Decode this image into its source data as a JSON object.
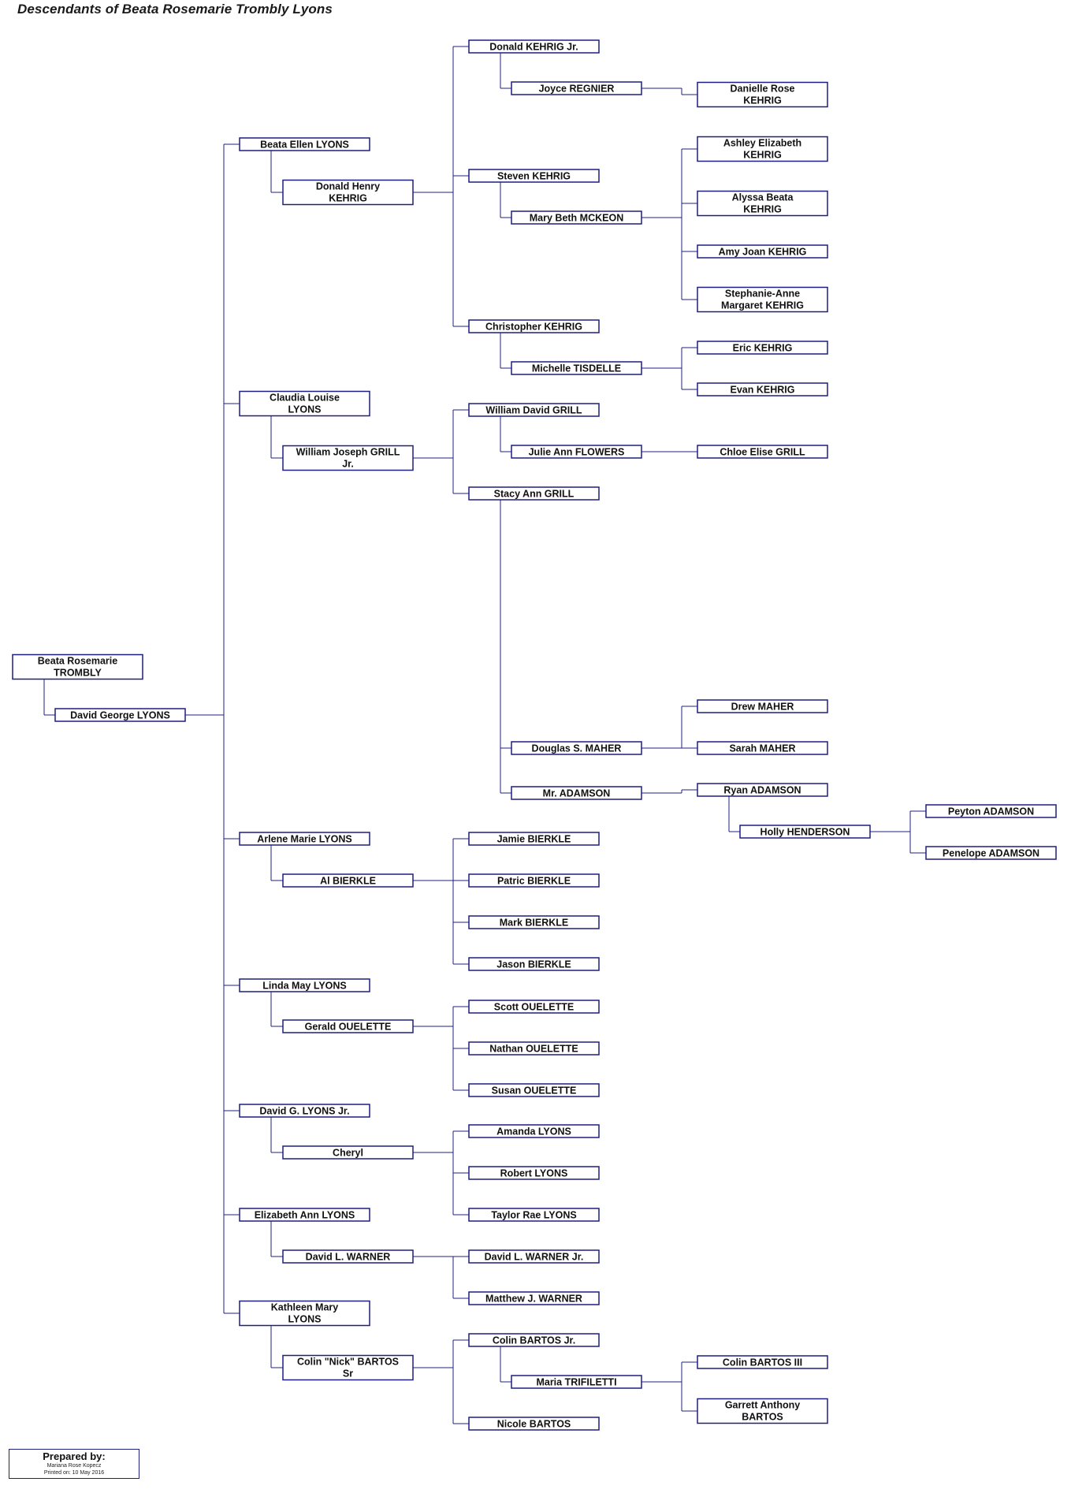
{
  "title": "Descendants of Beata Rosemarie Trombly Lyons",
  "colors": {
    "box_border": "#1f1f80",
    "line": "#1f1f80",
    "text": "#111111"
  },
  "people": [
    {
      "id": "beata_rosemarie",
      "lines": [
        "Beata Rosemarie",
        "TROMBLY"
      ],
      "gen": 0,
      "row": 0
    },
    {
      "id": "david_george",
      "lines": [
        "David George LYONS"
      ],
      "gen": 0,
      "row": 1,
      "spouse_of": "beata_rosemarie"
    },
    {
      "id": "beata_ellen",
      "lines": [
        "Beata Ellen LYONS"
      ],
      "gen": 1,
      "row": 0,
      "parent": "beata_rosemarie"
    },
    {
      "id": "donald_henry",
      "lines": [
        "Donald Henry",
        "KEHRIG"
      ],
      "gen": 1,
      "row": 1,
      "spouse_of": "beata_ellen"
    },
    {
      "id": "claudia",
      "lines": [
        "Claudia Louise",
        "LYONS"
      ],
      "gen": 1,
      "row": 0,
      "parent": "beata_rosemarie"
    },
    {
      "id": "william_grill",
      "lines": [
        "William Joseph GRILL",
        "Jr."
      ],
      "gen": 1,
      "row": 1,
      "spouse_of": "claudia"
    },
    {
      "id": "arlene",
      "lines": [
        "Arlene Marie LYONS"
      ],
      "gen": 1,
      "row": 0,
      "parent": "beata_rosemarie"
    },
    {
      "id": "al",
      "lines": [
        "Al BIERKLE"
      ],
      "gen": 1,
      "row": 1,
      "spouse_of": "arlene"
    },
    {
      "id": "linda",
      "lines": [
        "Linda May LYONS"
      ],
      "gen": 1,
      "row": 0,
      "parent": "beata_rosemarie"
    },
    {
      "id": "gerald",
      "lines": [
        "Gerald OUELETTE"
      ],
      "gen": 1,
      "row": 1,
      "spouse_of": "linda"
    },
    {
      "id": "david_jr",
      "lines": [
        "David G. LYONS Jr."
      ],
      "gen": 1,
      "row": 0,
      "parent": "beata_rosemarie"
    },
    {
      "id": "cheryl",
      "lines": [
        "Cheryl"
      ],
      "gen": 1,
      "row": 1,
      "spouse_of": "david_jr"
    },
    {
      "id": "elizabeth",
      "lines": [
        "Elizabeth Ann LYONS"
      ],
      "gen": 1,
      "row": 0,
      "parent": "beata_rosemarie"
    },
    {
      "id": "david_warner",
      "lines": [
        "David L. WARNER"
      ],
      "gen": 1,
      "row": 1,
      "spouse_of": "elizabeth"
    },
    {
      "id": "kathleen",
      "lines": [
        "Kathleen Mary",
        "LYONS"
      ],
      "gen": 1,
      "row": 0,
      "parent": "beata_rosemarie"
    },
    {
      "id": "colin_nick",
      "lines": [
        "Colin \"Nick\" BARTOS",
        "Sr"
      ],
      "gen": 1,
      "row": 1,
      "spouse_of": "kathleen"
    },
    {
      "id": "donald_jr",
      "lines": [
        "Donald KEHRIG Jr."
      ],
      "gen": 2,
      "row": 0,
      "parent": "donald_henry"
    },
    {
      "id": "joyce",
      "lines": [
        "Joyce REGNIER"
      ],
      "gen": 2,
      "row": 1,
      "spouse_of": "donald_jr"
    },
    {
      "id": "steven",
      "lines": [
        "Steven KEHRIG"
      ],
      "gen": 2,
      "row": 0,
      "parent": "donald_henry"
    },
    {
      "id": "mary_beth",
      "lines": [
        "Mary Beth MCKEON"
      ],
      "gen": 2,
      "row": 1,
      "spouse_of": "steven"
    },
    {
      "id": "christopher",
      "lines": [
        "Christopher KEHRIG"
      ],
      "gen": 2,
      "row": 0,
      "parent": "donald_henry"
    },
    {
      "id": "michelle",
      "lines": [
        "Michelle TISDELLE"
      ],
      "gen": 2,
      "row": 1,
      "spouse_of": "christopher"
    },
    {
      "id": "william_david",
      "lines": [
        "William David GRILL"
      ],
      "gen": 2,
      "row": 0,
      "parent": "william_grill"
    },
    {
      "id": "julie",
      "lines": [
        "Julie Ann FLOWERS"
      ],
      "gen": 2,
      "row": 1,
      "spouse_of": "william_david"
    },
    {
      "id": "stacy",
      "lines": [
        "Stacy Ann GRILL"
      ],
      "gen": 2,
      "row": 0,
      "parent": "william_grill"
    },
    {
      "id": "douglas",
      "lines": [
        "Douglas S. MAHER"
      ],
      "gen": 2,
      "row": 1,
      "spouse_of": "stacy"
    },
    {
      "id": "mr_adamson",
      "lines": [
        "Mr. ADAMSON"
      ],
      "gen": 2,
      "row": 1,
      "spouse_of": "stacy"
    },
    {
      "id": "jamie",
      "lines": [
        "Jamie BIERKLE"
      ],
      "gen": 2,
      "row": 0,
      "parent": "al"
    },
    {
      "id": "patric",
      "lines": [
        "Patric BIERKLE"
      ],
      "gen": 2,
      "row": 0,
      "parent": "al"
    },
    {
      "id": "mark",
      "lines": [
        "Mark BIERKLE"
      ],
      "gen": 2,
      "row": 0,
      "parent": "al"
    },
    {
      "id": "jason",
      "lines": [
        "Jason BIERKLE"
      ],
      "gen": 2,
      "row": 0,
      "parent": "al"
    },
    {
      "id": "scott",
      "lines": [
        "Scott OUELETTE"
      ],
      "gen": 2,
      "row": 0,
      "parent": "gerald"
    },
    {
      "id": "nathan",
      "lines": [
        "Nathan OUELETTE"
      ],
      "gen": 2,
      "row": 0,
      "parent": "gerald"
    },
    {
      "id": "susan",
      "lines": [
        "Susan OUELETTE"
      ],
      "gen": 2,
      "row": 0,
      "parent": "gerald"
    },
    {
      "id": "amanda",
      "lines": [
        "Amanda LYONS"
      ],
      "gen": 2,
      "row": 0,
      "parent": "cheryl"
    },
    {
      "id": "robert",
      "lines": [
        "Robert LYONS"
      ],
      "gen": 2,
      "row": 0,
      "parent": "cheryl"
    },
    {
      "id": "taylor",
      "lines": [
        "Taylor Rae LYONS"
      ],
      "gen": 2,
      "row": 0,
      "parent": "cheryl"
    },
    {
      "id": "david_warner_jr",
      "lines": [
        "David L. WARNER Jr."
      ],
      "gen": 2,
      "row": 0,
      "parent": "david_warner"
    },
    {
      "id": "matthew",
      "lines": [
        "Matthew J. WARNER"
      ],
      "gen": 2,
      "row": 0,
      "parent": "david_warner"
    },
    {
      "id": "colin_jr",
      "lines": [
        "Colin BARTOS Jr."
      ],
      "gen": 2,
      "row": 0,
      "parent": "colin_nick"
    },
    {
      "id": "maria",
      "lines": [
        "Maria TRIFILETTI"
      ],
      "gen": 2,
      "row": 1,
      "spouse_of": "colin_jr"
    },
    {
      "id": "nicole",
      "lines": [
        "Nicole BARTOS"
      ],
      "gen": 2,
      "row": 0,
      "parent": "colin_nick"
    },
    {
      "id": "danielle",
      "lines": [
        "Danielle Rose",
        "KEHRIG"
      ],
      "gen": 3,
      "row": 0,
      "parent": "joyce"
    },
    {
      "id": "ashley",
      "lines": [
        "Ashley Elizabeth",
        "KEHRIG"
      ],
      "gen": 3,
      "row": 0,
      "parent": "mary_beth"
    },
    {
      "id": "alyssa",
      "lines": [
        "Alyssa Beata",
        "KEHRIG"
      ],
      "gen": 3,
      "row": 0,
      "parent": "mary_beth"
    },
    {
      "id": "amy",
      "lines": [
        "Amy Joan KEHRIG"
      ],
      "gen": 3,
      "row": 0,
      "parent": "mary_beth"
    },
    {
      "id": "stephanie",
      "lines": [
        "Stephanie-Anne",
        "Margaret KEHRIG"
      ],
      "gen": 3,
      "row": 0,
      "parent": "mary_beth"
    },
    {
      "id": "eric",
      "lines": [
        "Eric KEHRIG"
      ],
      "gen": 3,
      "row": 0,
      "parent": "michelle"
    },
    {
      "id": "evan",
      "lines": [
        "Evan KEHRIG"
      ],
      "gen": 3,
      "row": 0,
      "parent": "michelle"
    },
    {
      "id": "chloe",
      "lines": [
        "Chloe Elise GRILL"
      ],
      "gen": 3,
      "row": 0,
      "parent": "julie"
    },
    {
      "id": "drew",
      "lines": [
        "Drew MAHER"
      ],
      "gen": 3,
      "row": 0,
      "parent": "douglas"
    },
    {
      "id": "sarah",
      "lines": [
        "Sarah MAHER"
      ],
      "gen": 3,
      "row": 0,
      "parent": "douglas"
    },
    {
      "id": "ryan",
      "lines": [
        "Ryan ADAMSON"
      ],
      "gen": 3,
      "row": 0,
      "parent": "mr_adamson"
    },
    {
      "id": "holly",
      "lines": [
        "Holly HENDERSON"
      ],
      "gen": 3,
      "row": 1,
      "spouse_of": "ryan"
    },
    {
      "id": "colin_iii",
      "lines": [
        "Colin BARTOS III"
      ],
      "gen": 3,
      "row": 0,
      "parent": "maria"
    },
    {
      "id": "garrett",
      "lines": [
        "Garrett Anthony",
        "BARTOS"
      ],
      "gen": 3,
      "row": 0,
      "parent": "maria"
    },
    {
      "id": "peyton",
      "lines": [
        "Peyton ADAMSON"
      ],
      "gen": 4,
      "row": 0,
      "parent": "holly"
    },
    {
      "id": "penelope",
      "lines": [
        "Penelope ADAMSON"
      ],
      "gen": 4,
      "row": 0,
      "parent": "holly"
    }
  ],
  "footer": {
    "prepared_label": "Prepared by:",
    "preparer": "Mariana Rose Kopecz",
    "printed": "Printed on: 10 May 2016"
  }
}
